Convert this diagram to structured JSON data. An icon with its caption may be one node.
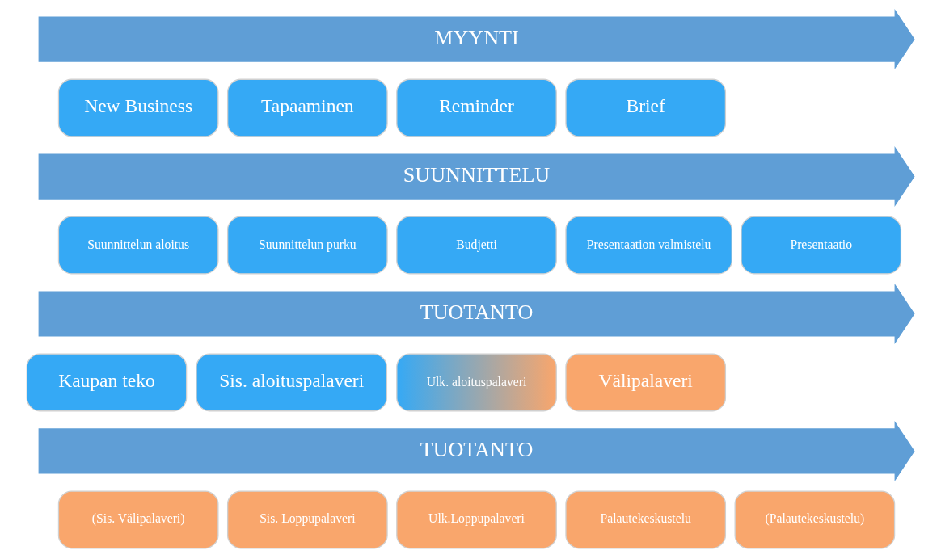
{
  "diagram": {
    "nodes": [
      {
        "text": [
          "MYYNTI"
        ]
      },
      {
        "text": [
          "New Business"
        ]
      },
      {
        "text": [
          "Tapaaminen"
        ]
      },
      {
        "text": [
          "Reminder"
        ]
      },
      {
        "text": [
          "Brief"
        ]
      },
      {
        "text": [
          "SUUNNITTELU"
        ]
      },
      {
        "text": [
          "Suunnittelun aloitus"
        ]
      },
      {
        "text": [
          "Suunnittelun purku"
        ]
      },
      {
        "text": [
          "Budjetti"
        ]
      },
      {
        "text": [
          "Presentaation valmistelu"
        ]
      },
      {
        "text": [
          "Presentaatio"
        ]
      },
      {
        "text": [
          "TUOTANTO"
        ]
      },
      {
        "text": [
          "Kaupan teko"
        ]
      },
      {
        "text": [
          "Sis. aloituspalaveri"
        ]
      },
      {
        "text": [
          "Ulk. aloituspalaveri"
        ]
      },
      {
        "text": [
          "Välipalaveri"
        ]
      },
      {
        "text": [
          "TUOTANTO"
        ]
      },
      {
        "text": [
          "(Sis. Välipalaveri)"
        ]
      },
      {
        "text": [
          "Sis. Loppupalaveri"
        ]
      },
      {
        "text": [
          "Ulk.Loppupalaveri"
        ]
      },
      {
        "text": [
          "Palautekeskustelu"
        ]
      },
      {
        "text": [
          "(Palautekeskustelu)"
        ]
      }
    ],
    "edges": []
  }
}
